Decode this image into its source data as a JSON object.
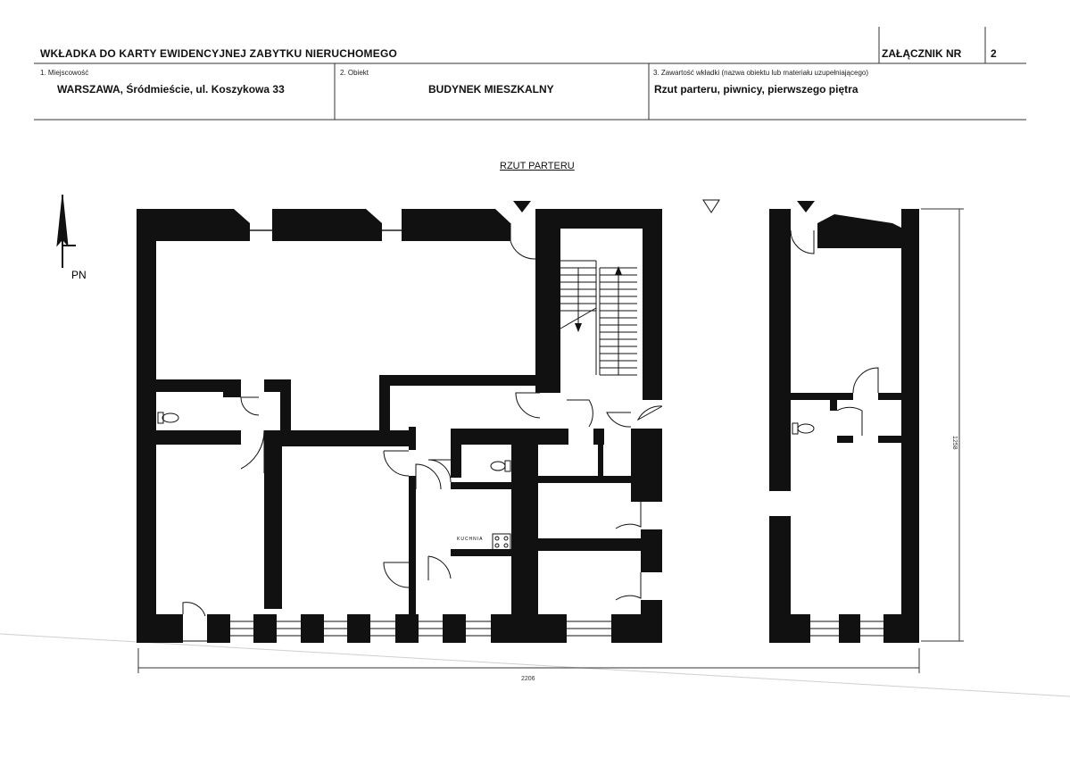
{
  "header": {
    "title": "WKŁADKA DO KARTY EWIDENCYJNEJ ZABYTKU NIERUCHOMEGO",
    "annex_label": "ZAŁĄCZNIK NR",
    "annex_number": "2"
  },
  "fields": {
    "locality": {
      "label": "1. Miejscowość",
      "value": "WARSZAWA, Śródmieście, ul. Koszykowa 33"
    },
    "object": {
      "label": "2. Obiekt",
      "value": "BUDYNEK MIESZKALNY"
    },
    "contents": {
      "label": "3. Zawartość wkładki (nazwa obiektu lub materiału uzupełniającego)",
      "value": "Rzut parteru, piwnicy, pierwszego piętra"
    }
  },
  "plan": {
    "title": "RZUT PARTERU",
    "north_label": "PN",
    "kitchen_label": "KUCHNIA",
    "dim_width": "2206",
    "dim_height": "1258"
  }
}
